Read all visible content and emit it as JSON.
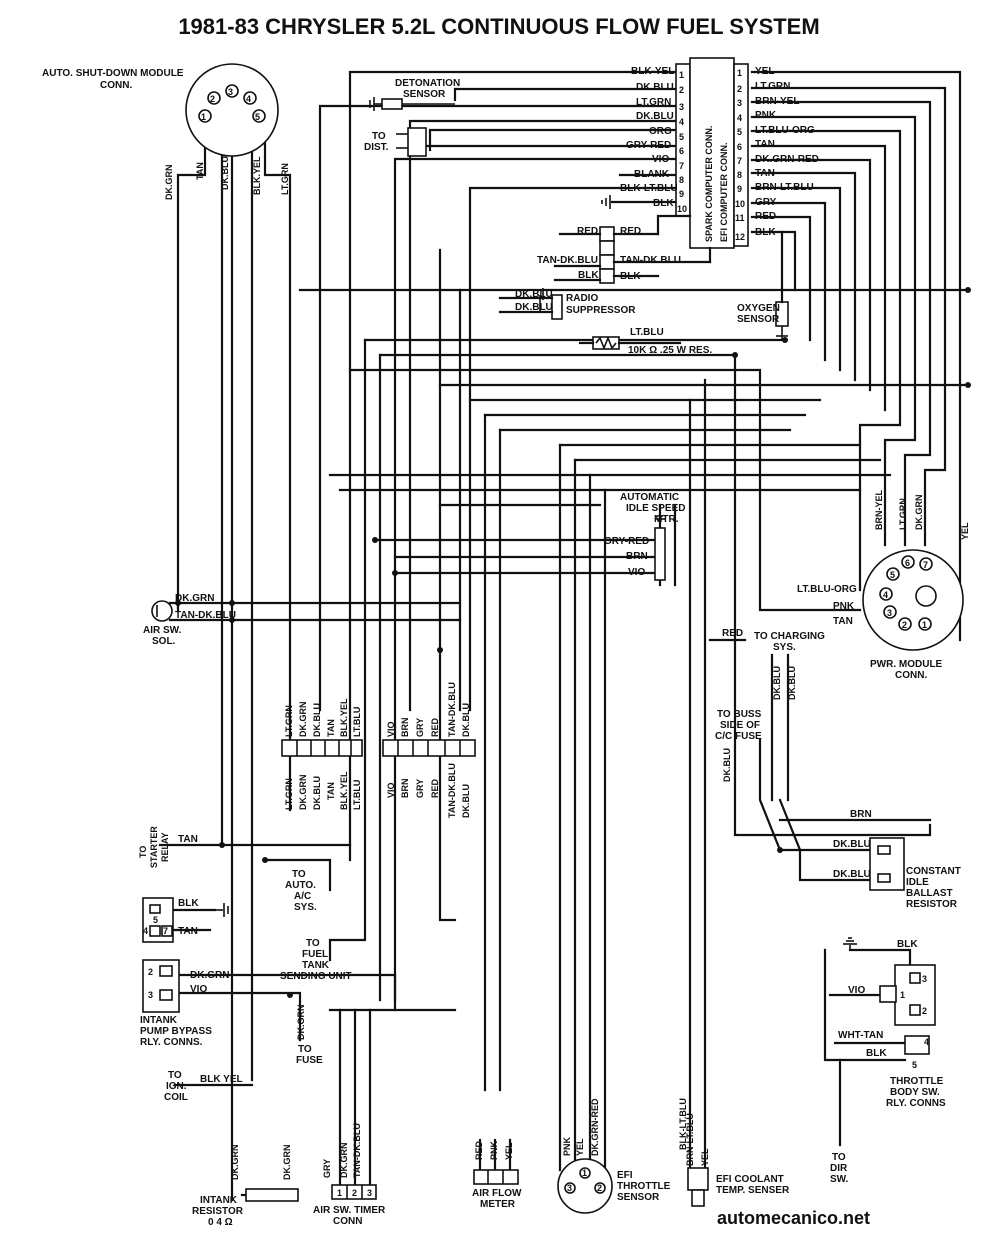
{
  "title": "1981-83 CHRYSLER 5.2L CONTINUOUS FLOW FUEL SYSTEM",
  "footer": "automecanico.net",
  "asd": {
    "label1": "AUTO. SHUT-DOWN MODULE",
    "label2": "CONN.",
    "pins": [
      "1",
      "2",
      "3",
      "4",
      "5"
    ],
    "wires": [
      "DK.GRN",
      "TAN",
      "DK.BLU",
      "BLK.YEL",
      "LT.GRN"
    ]
  },
  "detonation": {
    "label1": "DETONATION",
    "label2": "SENSOR"
  },
  "dist": {
    "label1": "TO",
    "label2": "DIST."
  },
  "spark_conn": {
    "label": "SPARK COMPUTER CONN.",
    "pins": [
      "1",
      "2",
      "3",
      "4",
      "5",
      "6",
      "7",
      "8",
      "9",
      "10"
    ],
    "wires": [
      "BLK-YEL",
      "DK.BLU",
      "LT.GRN",
      "DK.BLU",
      "ORG",
      "GRY-RED",
      "VIO",
      "BLANK",
      "BLK-LT.BLU",
      "BLK"
    ]
  },
  "efi_conn": {
    "label": "EFI COMPUTER CONN.",
    "pins": [
      "1",
      "2",
      "3",
      "4",
      "5",
      "6",
      "7",
      "8",
      "9",
      "10",
      "11",
      "12"
    ],
    "wires": [
      "YEL",
      "LT.GRN",
      "BRN-YEL",
      "PNK",
      "LT.BLU-ORG",
      "TAN",
      "DK.GRN-RED",
      "TAN",
      "BRN-LT.BLU",
      "GRY",
      "RED",
      "BLK"
    ]
  },
  "mid_conn": {
    "left": [
      "RED",
      "TAN-DK.BLU",
      "BLK"
    ],
    "right": [
      "RED",
      "TAN-DK.BLU",
      "BLK"
    ]
  },
  "radio": {
    "wire1": "DK.BLU",
    "wire2": "DK.BLU",
    "label1": "RADIO",
    "label2": "SUPPRESSOR"
  },
  "oxygen": {
    "label1": "OXYGEN",
    "label2": "SENSOR"
  },
  "resistor": {
    "wire": "LT.BLU",
    "label": "10K Ω .25 W RES."
  },
  "idle_motor": {
    "label1": "AUTOMATIC",
    "label2": "IDLE SPEED",
    "label3": "MTR.",
    "wires": [
      "GRY-RED",
      "BRN",
      "VIO"
    ]
  },
  "air_sw_sol": {
    "wires": [
      "DK.GRN",
      "TAN-DK.BLU"
    ],
    "label1": "AIR SW.",
    "label2": "SOL."
  },
  "pwr_module": {
    "wires_top": [
      "BRN-YEL",
      "LT.GRN",
      "DK.GRN"
    ],
    "yel": "YEL",
    "wires_left": [
      "LT.BLU-ORG",
      "PNK",
      "TAN"
    ],
    "pins": [
      "6",
      "7",
      "5",
      "4",
      "3",
      "2",
      "1"
    ],
    "label1": "PWR. MODULE",
    "label2": "CONN."
  },
  "charging": {
    "wire": "RED",
    "label1": "TO CHARGING",
    "label2": "SYS."
  },
  "dkblu_pair": [
    "DK.BLU",
    "DK.BLU"
  ],
  "buss": {
    "label1": "TO BUSS",
    "label2": "SIDE OF",
    "label3": "C/C FUSE",
    "wire": "DK.BLU"
  },
  "bulkhead_left": {
    "top": [
      "LT.GRN",
      "DK.GRN",
      "DK.BLU",
      "TAN",
      "BLK.YEL",
      "LT.BLU"
    ],
    "bottom": [
      "LT.GRN",
      "DK.GRN",
      "DK.BLU",
      "TAN",
      "BLK.YEL",
      "LT.BLU"
    ]
  },
  "bulkhead_right": {
    "top": [
      "VIO",
      "BRN",
      "GRY",
      "RED",
      "TAN-DK.BLU",
      "DK.BLU"
    ],
    "bottom": [
      "VIO",
      "BRN",
      "GRY",
      "RED",
      "TAN-DK.BLU",
      "DK.BLU"
    ]
  },
  "starter": {
    "label1": "TO",
    "label2": "STARTER",
    "label3": "RELAY",
    "wire": "TAN"
  },
  "auto_ac": {
    "label1": "TO",
    "label2": "AUTO.",
    "label3": "A/C",
    "label4": "SYS."
  },
  "ballast": {
    "brn": "BRN",
    "dkblu1": "DK.BLU",
    "dkblu2": "DK.BLU",
    "label1": "CONSTANT",
    "label2": "IDLE",
    "label3": "BALLAST",
    "label4": "RESISTOR"
  },
  "relay_small": {
    "wire1": "BLK",
    "wire2": "TAN",
    "pin5": "5",
    "pin4": "4",
    "pin7": "7"
  },
  "fuel_tank": {
    "label1": "TO",
    "label2": "FUEL",
    "label3": "TANK",
    "label4": "SENDING UNIT"
  },
  "pump_bypass": {
    "pins": [
      "2",
      "3"
    ],
    "wires": [
      "DK.GRN",
      "VIO"
    ],
    "label1": "INTANK",
    "label2": "PUMP BYPASS",
    "label3": "RLY. CONNS."
  },
  "fuse": {
    "wire": "DK.GRN",
    "label1": "TO",
    "label2": "FUSE"
  },
  "ign": {
    "label1": "TO",
    "label2": "IGN.",
    "label3": "COIL",
    "wire": "BLK YEL"
  },
  "throttle_relay": {
    "blk_top": "BLK",
    "vio": "VIO",
    "wht_tan": "WHT-TAN",
    "blk": "BLK",
    "pins": [
      "3",
      "1",
      "2",
      "4",
      "5"
    ],
    "label1": "THROTTLE",
    "label2": "BODY SW.",
    "label3": "RLY. CONNS"
  },
  "dir_sw": {
    "label1": "TO",
    "label2": "DIR",
    "label3": "SW."
  },
  "intank_resistor": {
    "wires": [
      "DK.GRN",
      "DK.GRN"
    ],
    "label1": "INTANK",
    "label2": "RESISTOR",
    "label3": "0 4 Ω"
  },
  "air_sw_timer": {
    "wires": [
      "GRY",
      "DK.GRN",
      "TAN-DK.BLU"
    ],
    "pins": [
      "1",
      "2",
      "3"
    ],
    "label1": "AIR SW. TIMER",
    "label2": "CONN"
  },
  "air_flow": {
    "wires": [
      "RED",
      "PNK",
      "YEL"
    ],
    "label1": "AIR FLOW",
    "label2": "METER"
  },
  "throttle_sensor": {
    "wires": [
      "PNK",
      "YEL",
      "DK.GRN-RED"
    ],
    "pins": [
      "3",
      "1",
      "2"
    ],
    "label1": "EFI",
    "label2": "THROTTLE",
    "label3": "SENSOR"
  },
  "coolant": {
    "wire_a": "BLK-LT.BLU",
    "wires": [
      "BRN-LT.BLU",
      "YEL"
    ],
    "label1": "EFI COOLANT",
    "label2": "TEMP. SENSER"
  }
}
